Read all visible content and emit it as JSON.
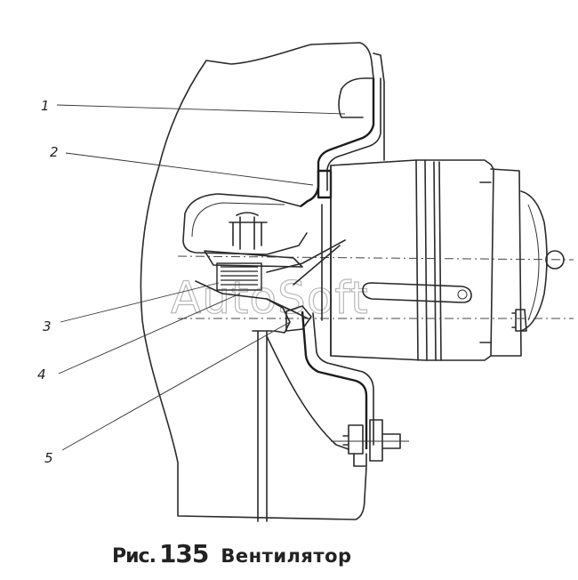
{
  "figure": {
    "caption_prefix": "Рис.",
    "caption_number": "135",
    "caption_title": "Вентилятор"
  },
  "callouts": [
    "1",
    "2",
    "3",
    "4",
    "5"
  ],
  "watermark": "AutoSoft"
}
